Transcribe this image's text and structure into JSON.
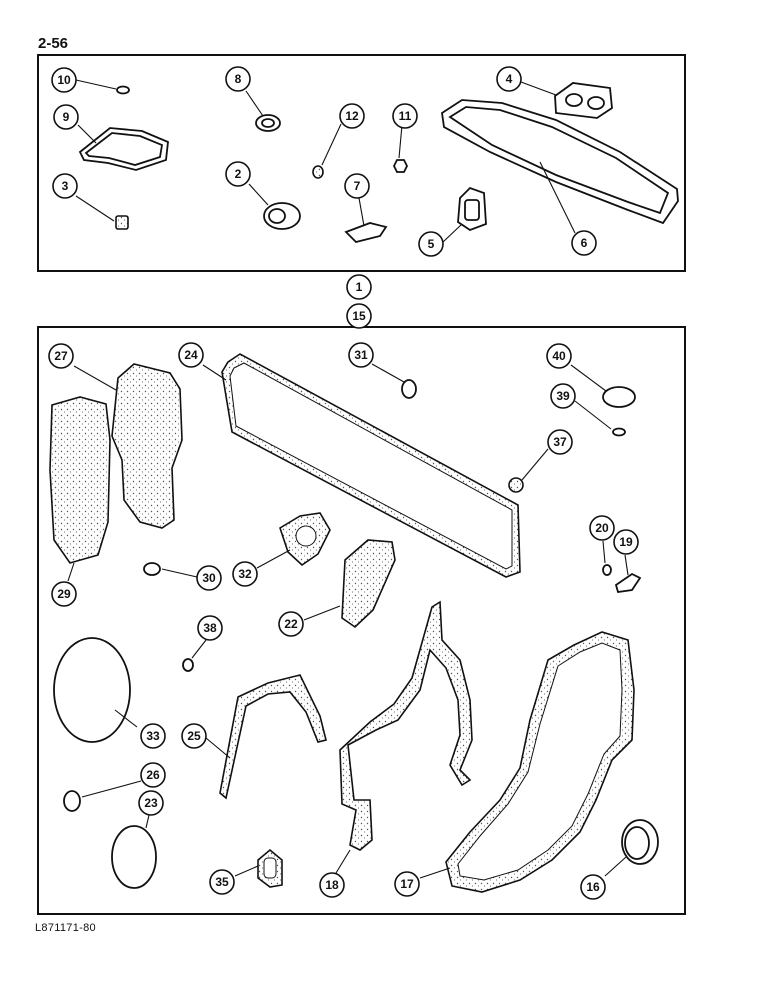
{
  "page": {
    "number": "2-56",
    "figure_id": "L871171-80"
  },
  "callouts": [
    "10",
    "8",
    "4",
    "9",
    "12",
    "11",
    "3",
    "2",
    "7",
    "5",
    "6",
    "1",
    "15",
    "27",
    "24",
    "31",
    "40",
    "39",
    "37",
    "29",
    "30",
    "32",
    "22",
    "20",
    "19",
    "38",
    "33",
    "25",
    "26",
    "23",
    "35",
    "18",
    "17",
    "16"
  ]
}
